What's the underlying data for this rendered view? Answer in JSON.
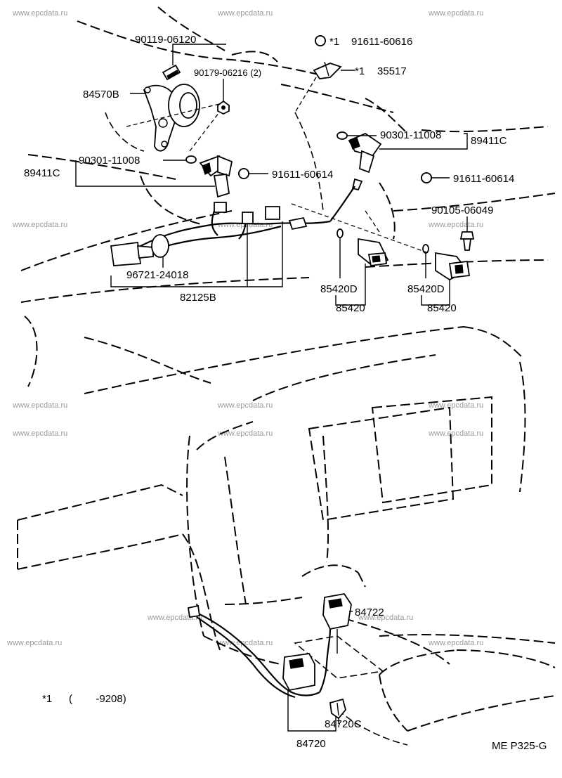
{
  "watermark": "www.epcdata.ru",
  "page_code": "ME P325-G",
  "footnote": {
    "marker": "*1",
    "range": "(        -9208)"
  },
  "part_numbers": {
    "bolt": "90119-06120",
    "nut": "90179-06216 (2)",
    "bracket": "84570B",
    "oring_left": "90301-11008",
    "sensor_left": "89411C",
    "screw_left": "91611-60614",
    "clip": "91611-60616",
    "clip_prefix": "*1",
    "clamp": "35517",
    "clamp_prefix": "*1",
    "oring_right": "90301-11008",
    "sensor_right": "89411C",
    "screw_right": "91611-60614",
    "screw_small": "90105-06049",
    "grommet": "96721-24018",
    "harness": "82125B",
    "switch_oring_left": "85420D",
    "switch_left": "85420",
    "switch_oring_right": "85420D",
    "switch_right": "85420",
    "shift_switch": "84722",
    "connector": "84720C",
    "control_unit": "84720"
  },
  "icons": [
    "bolt-icon",
    "nut-icon",
    "sensor-icon",
    "switch-icon",
    "connector-icon",
    "harness-icon"
  ]
}
